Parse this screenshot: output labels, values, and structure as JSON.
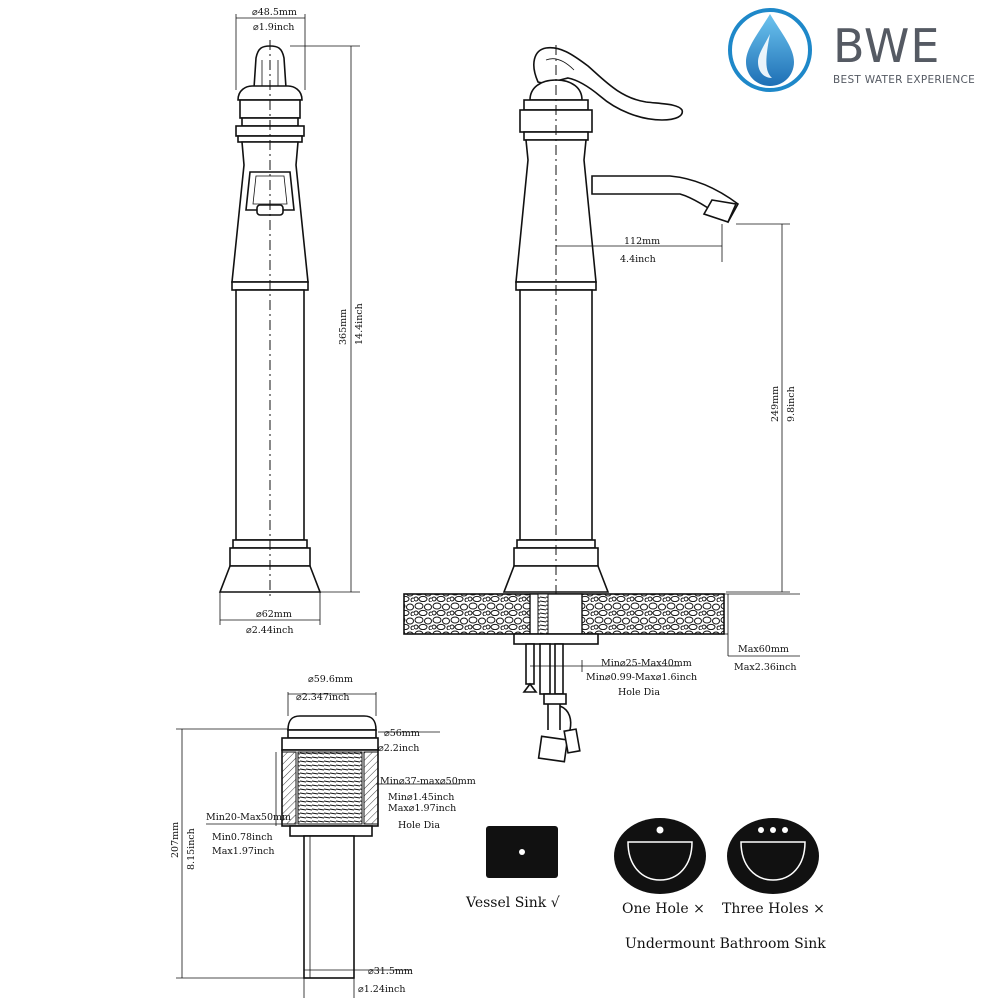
{
  "brand": {
    "name": "BWE",
    "tagline": "BEST WATER EXPERIENCE",
    "colors": {
      "drop": "#1e88c9",
      "text": "#555a63"
    }
  },
  "faucet_front": {
    "top_diameter_mm": "⌀48.5mm",
    "top_diameter_in": "⌀1.9inch",
    "height_mm": "365mm",
    "height_in": "14.4inch",
    "base_diameter_mm": "⌀62mm",
    "base_diameter_in": "⌀2.44inch"
  },
  "faucet_side": {
    "reach_mm": "112mm",
    "reach_in": "4.4inch",
    "spout_height_mm": "249mm",
    "spout_height_in": "9.8inch",
    "deck_max_mm": "Max60mm",
    "deck_max_in": "Max2.36inch",
    "hole_mm": "Min⌀25-Max40mm",
    "hole_in": "Min⌀0.99-Max⌀1.6inch",
    "hole_label": "Hole Dia"
  },
  "drain": {
    "cap_diameter_mm": "⌀59.6mm",
    "cap_diameter_in": "⌀2.347inch",
    "flange_mm": "⌀56mm",
    "flange_in": "⌀2.2inch",
    "hole_mm": "Min⌀37-max⌀50mm",
    "hole_in_min": "Min⌀1.45inch",
    "hole_in_max": "Max⌀1.97inch",
    "hole_label": "Hole Dia",
    "thickness_mm": "Min20-Max50mm",
    "thickness_in_min": "Min0.78inch",
    "thickness_in_max": "Max1.97inch",
    "height_mm": "207mm",
    "height_in": "8.15inch",
    "tail_mm": "⌀31.5mm",
    "tail_in": "⌀1.24inch"
  },
  "sinks": {
    "vessel": "Vessel Sink √",
    "one_hole": "One Hole ×",
    "three_holes": "Three Holes ×",
    "undermount": "Undermount Bathroom Sink"
  }
}
